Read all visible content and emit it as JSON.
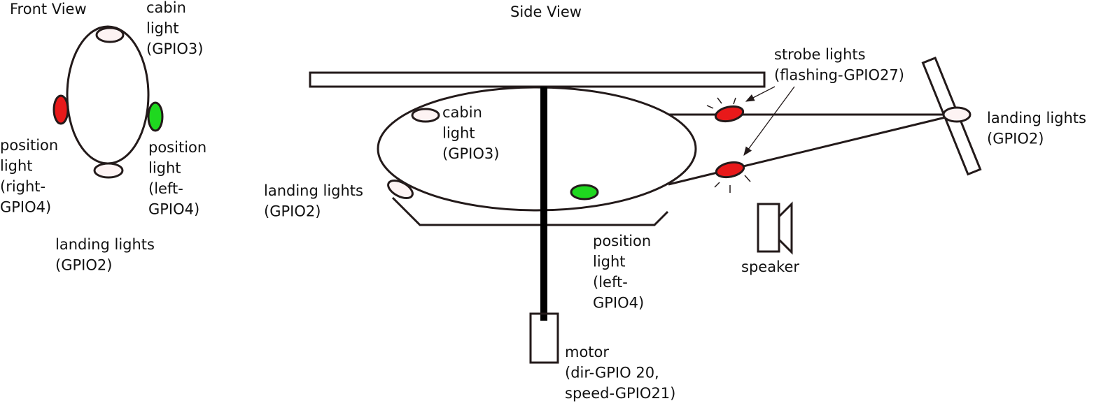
{
  "colors": {
    "red": "#e8191a",
    "green": "#1fd81f",
    "white_lamp": "#fdf3f3",
    "outline": "#231a1a",
    "rotor_fill": "#ffffff"
  },
  "front_view": {
    "title": "Front View",
    "cabin_light": [
      "cabin",
      "light",
      "(GPIO3)"
    ],
    "position_right": [
      "position",
      "light",
      "(right-",
      "GPIO4)"
    ],
    "position_left": [
      "position",
      "light",
      "(left-",
      "GPIO4)"
    ],
    "landing_lights": [
      "landing lights",
      "(GPIO2)"
    ]
  },
  "side_view": {
    "title": "Side View",
    "cabin_light": [
      "cabin",
      "light",
      "(GPIO3)"
    ],
    "landing_lights_front": [
      "landing lights",
      "(GPIO2)"
    ],
    "strobe_lights": [
      "strobe lights",
      "(flashing-GPIO27)"
    ],
    "landing_lights_tail": [
      "landing lights",
      "(GPIO2)"
    ],
    "position_light": [
      "position",
      "light",
      "(left-",
      "GPIO4)"
    ],
    "speaker": "speaker",
    "motor": [
      "motor",
      "(dir-GPIO 20,",
      "speed-GPIO21)"
    ]
  }
}
